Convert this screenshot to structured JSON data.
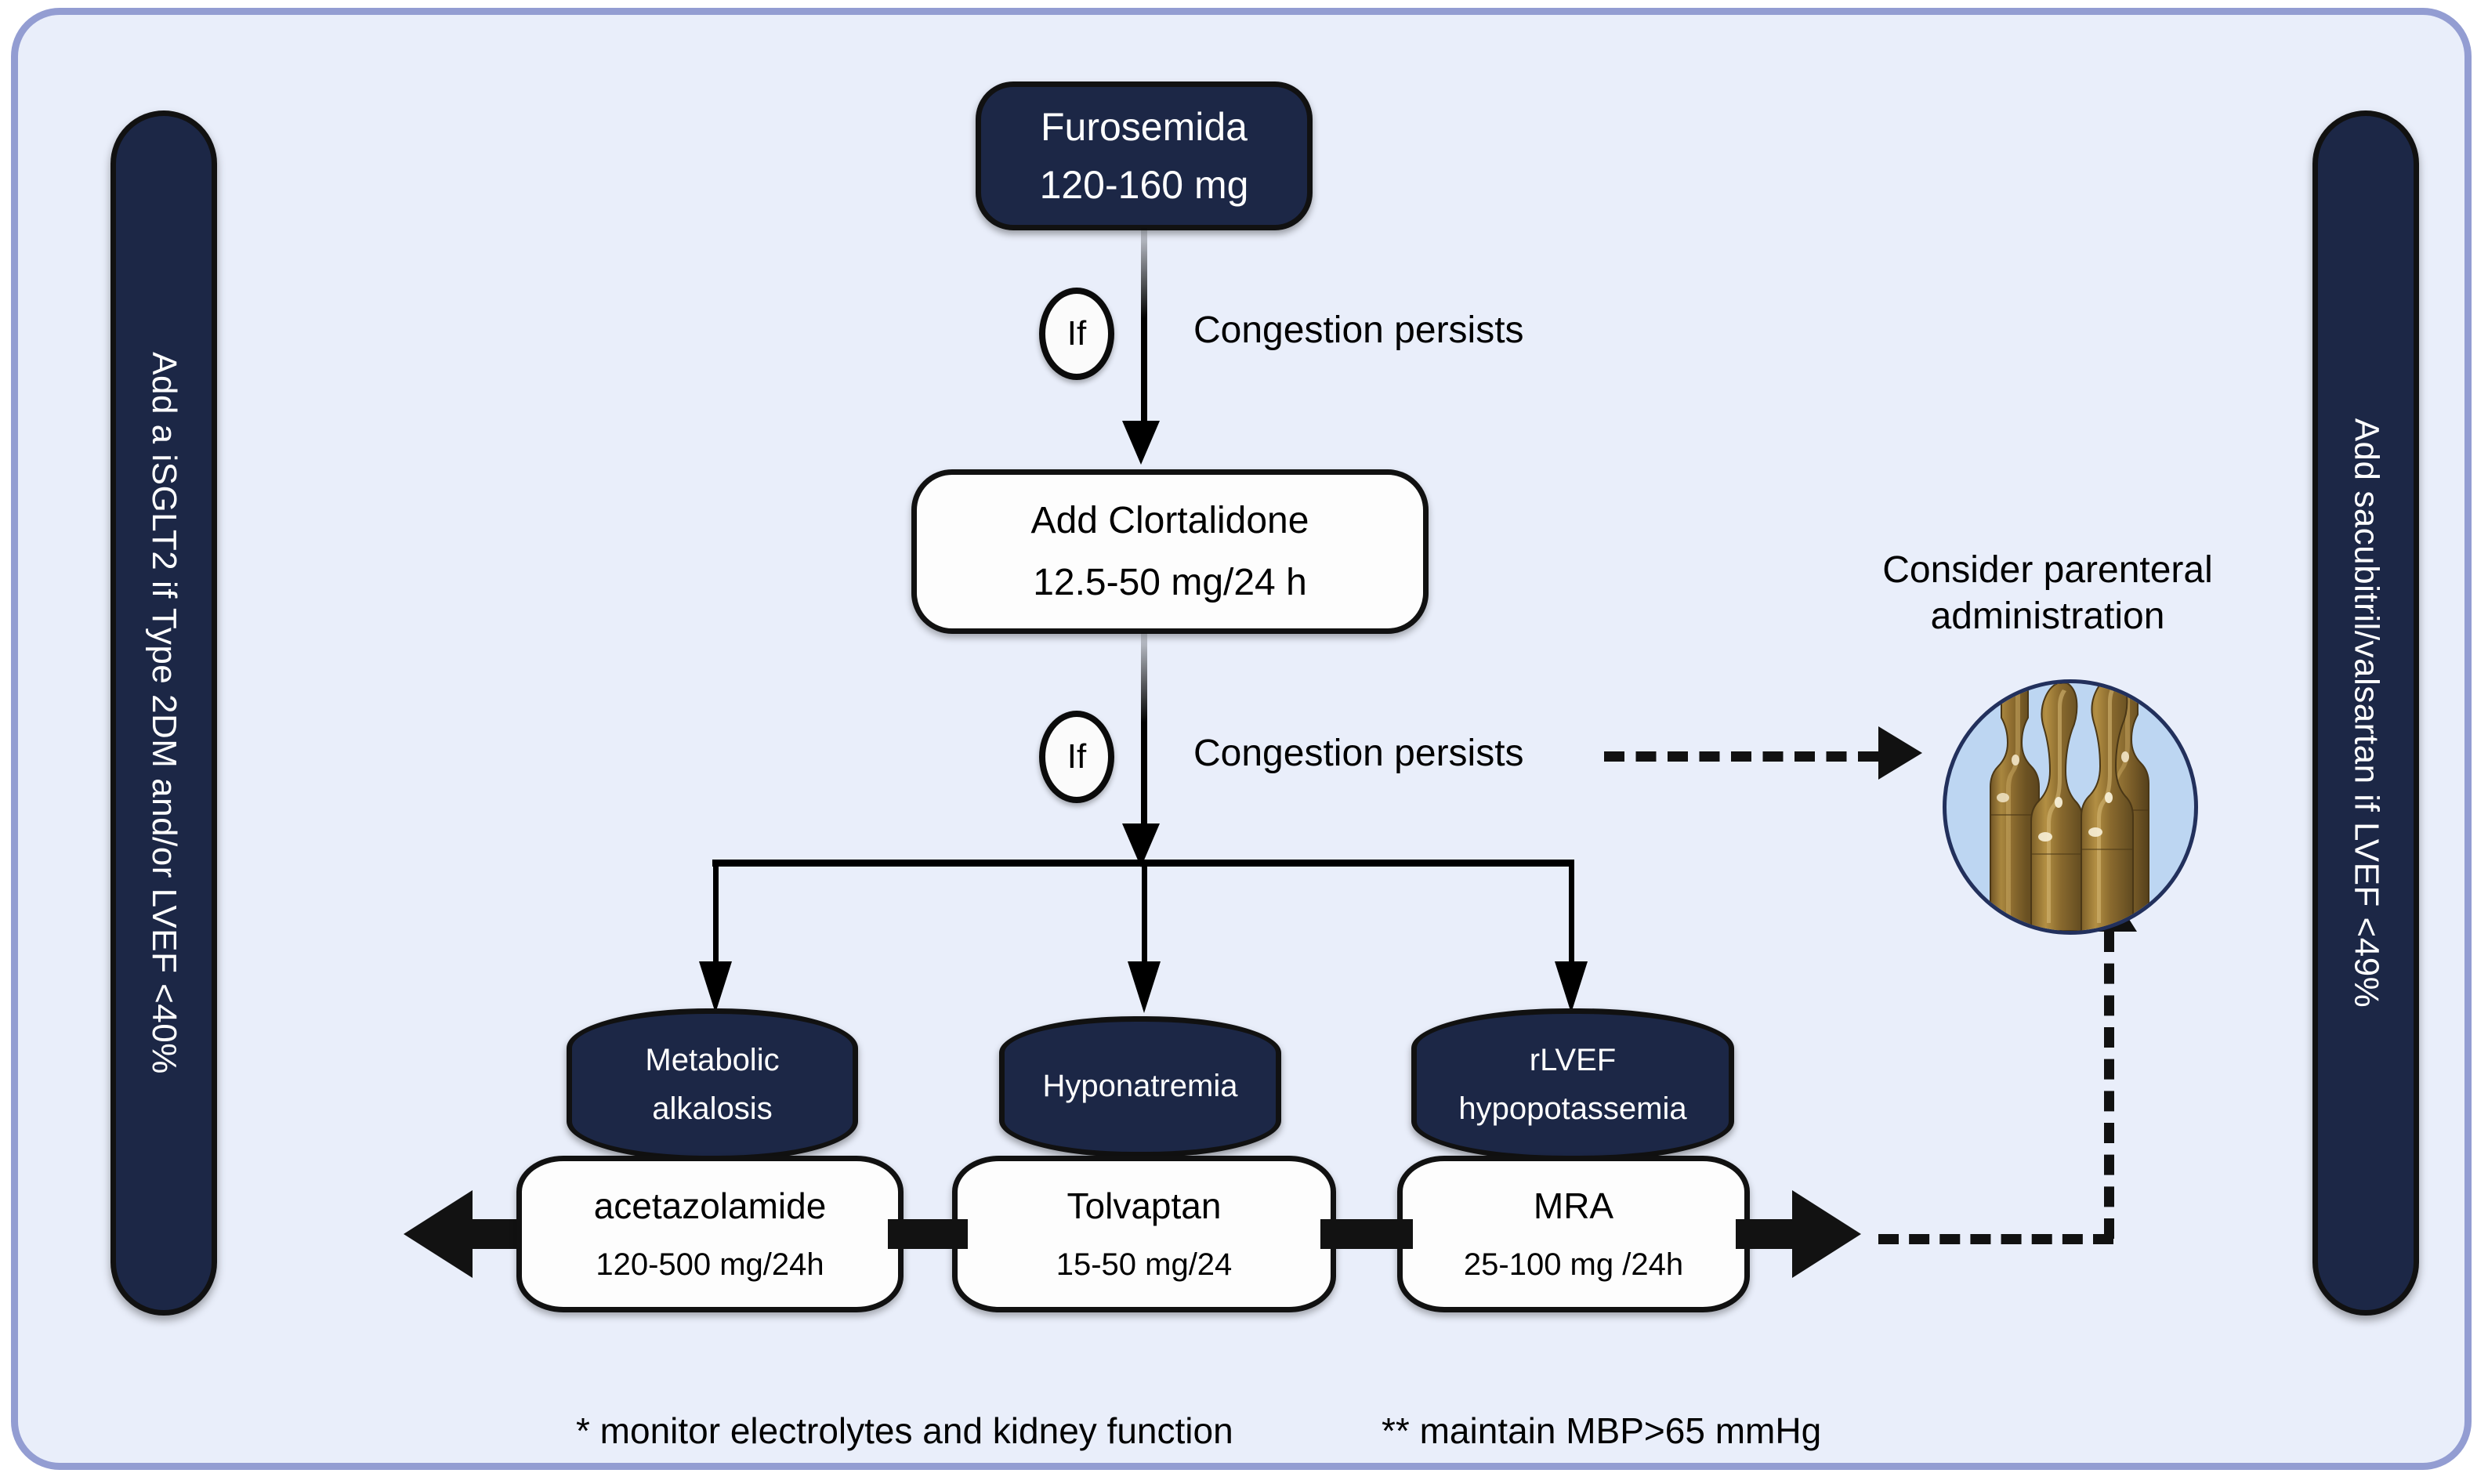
{
  "frame": {
    "background_color": "#e9eefa",
    "border_color": "#939dd2"
  },
  "theme": {
    "dark_node_fill": "#1c2746",
    "light_node_fill": "#fdfdfd",
    "stroke": "#111111",
    "ampoule_circle_fill": "#bdd6f2",
    "ampoule_glass": "#8a6b2e"
  },
  "banners": {
    "left": "Add a iSGLT2 if Type 2DM and/or  LVEF <40%",
    "right": "Add sacubitril/valsartan if LVEF <49%"
  },
  "nodes": {
    "furosemida": {
      "line1": "Furosemida",
      "line2": "120-160 mg"
    },
    "clortalidone": {
      "line1": "Add Clortalidone",
      "line2": "12.5-50 mg/24 h"
    }
  },
  "decisions": {
    "if_1": "If",
    "if_2": "If",
    "label_1": "Congestion persists",
    "label_2": "Congestion persists"
  },
  "conditions": [
    {
      "line1": "Metabolic",
      "line2": "alkalosis"
    },
    {
      "line1": "Hyponatremia",
      "line2": ""
    },
    {
      "line1": "rLVEF",
      "line2": "hypopotassemia"
    }
  ],
  "drugs": [
    {
      "name": "acetazolamide",
      "dose": "120-500 mg/24h"
    },
    {
      "name": "Tolvaptan",
      "dose": "15-50 mg/24"
    },
    {
      "name": "MRA",
      "dose": "25-100 mg /24h"
    }
  ],
  "parenteral": {
    "line1": "Consider parenteral",
    "line2": "administration"
  },
  "footnotes": {
    "one": "* monitor electrolytes and kidney function",
    "two": "** maintain MBP>65 mmHg"
  }
}
